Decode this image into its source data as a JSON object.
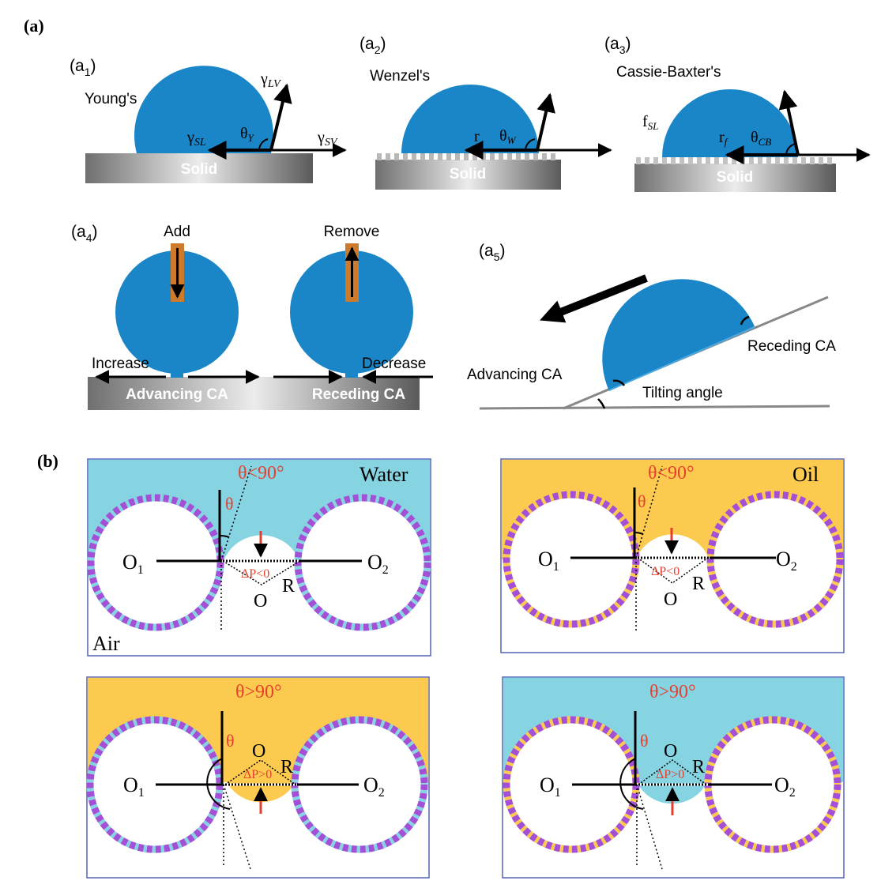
{
  "panel_a": {
    "label": "(a)",
    "a1": {
      "tag": "a",
      "tag_sub": "1",
      "title": "Young's",
      "gamma_lv": "γ",
      "gamma_lv_sub": "LV",
      "gamma_sl": "γ",
      "gamma_sl_sub": "SL",
      "gamma_sv": "γ",
      "gamma_sv_sub": "SV",
      "theta": "θ",
      "theta_sub": "Y",
      "solid": "Solid"
    },
    "a2": {
      "tag": "a",
      "tag_sub": "2",
      "title": "Wenzel's",
      "r": "r",
      "theta": "θ",
      "theta_sub": "W",
      "solid": "Solid"
    },
    "a3": {
      "tag": "a",
      "tag_sub": "3",
      "title": "Cassie-Baxter's",
      "f": "f",
      "f_sub": "SL",
      "r": "r",
      "r_sub": "f",
      "theta": "θ",
      "theta_sub": "CB",
      "solid": "Solid"
    },
    "a4": {
      "tag": "a",
      "tag_sub": "4",
      "add": "Add",
      "remove": "Remove",
      "increase": "Increase",
      "decrease": "Decrease",
      "advancing": "Advancing CA",
      "receding": "Receding CA"
    },
    "a5": {
      "tag": "a",
      "tag_sub": "5",
      "receding": "Receding CA",
      "advancing": "Advancing CA",
      "tilting": "Tilting angle"
    }
  },
  "panel_b": {
    "label": "(b)",
    "p1": {
      "medium": "Water",
      "bottom_medium": "Air",
      "angle": "θ<90°",
      "theta": "θ",
      "pressure": "ΔP<0",
      "o1": "O",
      "o2": "O",
      "o1_sub": "1",
      "o2_sub": "2",
      "o": "O",
      "r": "R"
    },
    "p2": {
      "medium": "Oil",
      "angle": "θ<90°",
      "theta": "θ",
      "pressure": "ΔP<0",
      "o1": "O",
      "o2": "O",
      "o1_sub": "1",
      "o2_sub": "2",
      "o": "O",
      "r": "R"
    },
    "p3": {
      "angle": "θ>90°",
      "theta": "θ",
      "pressure": "ΔP>0",
      "o1": "O",
      "o2": "O",
      "o1_sub": "1",
      "o2_sub": "2",
      "o": "O",
      "r": "R"
    },
    "p4": {
      "angle": "θ>90°",
      "theta": "θ",
      "pressure": "ΔP>0",
      "o1": "O",
      "o2": "O",
      "o1_sub": "1",
      "o2_sub": "2",
      "o": "O",
      "r": "R"
    }
  },
  "colors": {
    "drop": "#1a86c8",
    "water": "#86d3e2",
    "oil": "#fbca4e",
    "fiber_purple": "#a34fd6",
    "arrow_red": "#e5402f",
    "frame": "#5464b6",
    "syringe": "#cc7a2c"
  }
}
